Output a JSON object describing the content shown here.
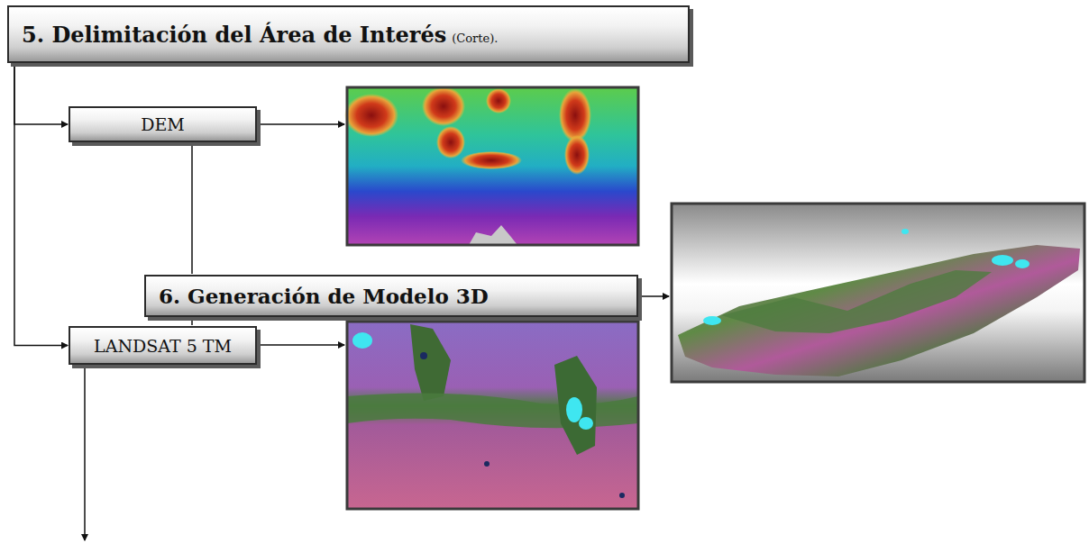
{
  "diagram": {
    "nodes": [
      {
        "text": [
          "5. Delimitación del Área de Interés",
          "(Corte)."
        ]
      },
      {
        "text": [
          "DEM"
        ]
      },
      {
        "text": [
          "6. Generación de Modelo 3D"
        ]
      },
      {
        "text": [
          "LANDSAT 5 TM"
        ]
      }
    ],
    "edges": [
      {
        "from": 0,
        "to": 1,
        "arrow": "to"
      },
      {
        "from": 0,
        "to": 3,
        "arrow": "to"
      },
      {
        "from": 1,
        "to": 2,
        "arrow": "none"
      },
      {
        "from": 2,
        "to": 3,
        "arrow": "none"
      }
    ]
  }
}
